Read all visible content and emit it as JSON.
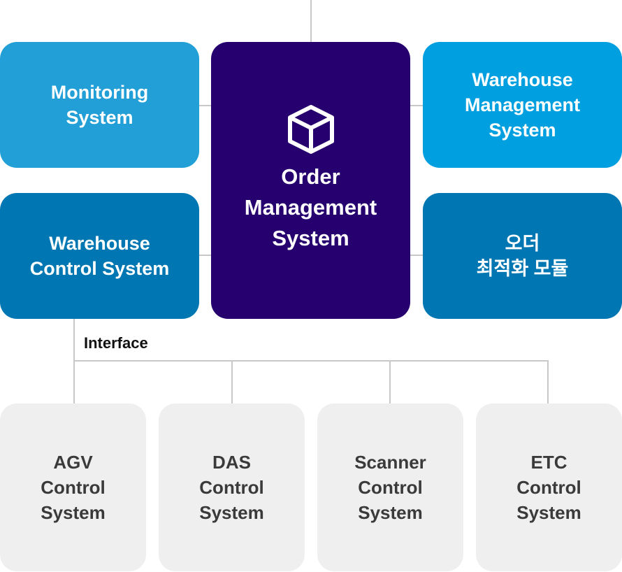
{
  "diagram": {
    "center": {
      "label": "Order\nManagement\nSystem",
      "icon": "cube-icon",
      "color": "#26006E"
    },
    "top_left": {
      "label": "Monitoring\nSystem",
      "color": "#229FD7"
    },
    "top_right": {
      "label": "Warehouse\nManagement\nSystem",
      "color": "#009FE0"
    },
    "mid_left": {
      "label": "Warehouse\nControl System",
      "color": "#0077B3"
    },
    "mid_right": {
      "label": "오더\n최적화 모듈",
      "color": "#0077B3"
    },
    "interface_label": "Interface",
    "subsystems": [
      {
        "label": "AGV\nControl\nSystem"
      },
      {
        "label": "DAS\nControl\nSystem"
      },
      {
        "label": "Scanner\nControl\nSystem"
      },
      {
        "label": "ETC\nControl\nSystem"
      }
    ],
    "subsystem_color": "#EFEFEF",
    "connector_color": "#C8C8C8"
  }
}
